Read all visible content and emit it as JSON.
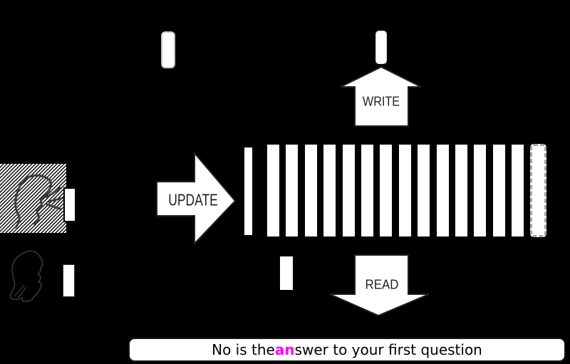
{
  "labels": {
    "write": "WRITE",
    "update": "UPDATE",
    "read": "READ"
  },
  "caption": {
    "prefix": "No is the ",
    "highlight": "an",
    "suffix": "swer to your first question"
  },
  "memory": {
    "solid_cell_count": 14,
    "dashed_cell_count": 1
  },
  "icons": {
    "speaker": "speaking-head-icon",
    "listener": "person-head-silhouette-icon"
  },
  "colors": {
    "background": "#000000",
    "cell_fill": "#ffffff",
    "caption_highlight": "#ff00ff",
    "dashed_cell_border": "#a5a5a5",
    "hatch_background": "#ffffff",
    "hatch_line": "#000000"
  }
}
